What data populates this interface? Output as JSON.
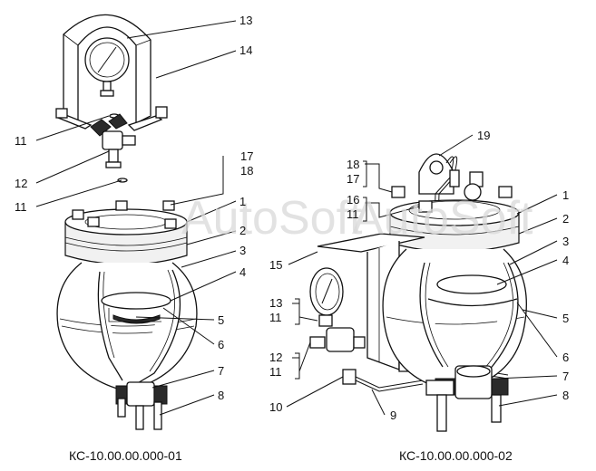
{
  "watermark": "AutoSoft",
  "captions": {
    "left": "КС-10.00.00.000-01",
    "right": "КС-10.00.00.000-02"
  },
  "left_labels": {
    "l13": "13",
    "l14": "14",
    "l11a": "11",
    "l12": "12",
    "l11b": "11",
    "l17": "17",
    "l18": "18",
    "l1": "1",
    "l2": "2",
    "l3": "3",
    "l4": "4",
    "l5": "5",
    "l6": "6",
    "l7": "7",
    "l8": "8"
  },
  "right_labels": {
    "r19": "19",
    "r18": "18",
    "r17": "17",
    "r16": "16",
    "r11a": "11",
    "r15": "15",
    "r13": "13",
    "r11b": "11",
    "r12": "12",
    "r11c": "11",
    "r10": "10",
    "r9": "9",
    "r1": "1",
    "r2": "2",
    "r3": "3",
    "r4": "4",
    "r5": "5",
    "r6": "6",
    "r7": "7",
    "r8": "8"
  }
}
